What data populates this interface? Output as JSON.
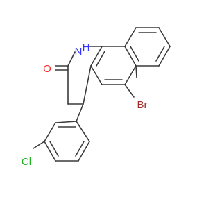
{
  "atoms": {
    "nh_label": "N",
    "nh_h_label": "H",
    "o_label": "O",
    "br_label": "Br",
    "cl_label": "Cl"
  },
  "colors": {
    "bond": "#3a3a3a",
    "nitrogen": "#3333ff",
    "oxygen": "#ff2a2a",
    "bromine": "#a52a2a",
    "chlorine": "#1fb21f"
  }
}
